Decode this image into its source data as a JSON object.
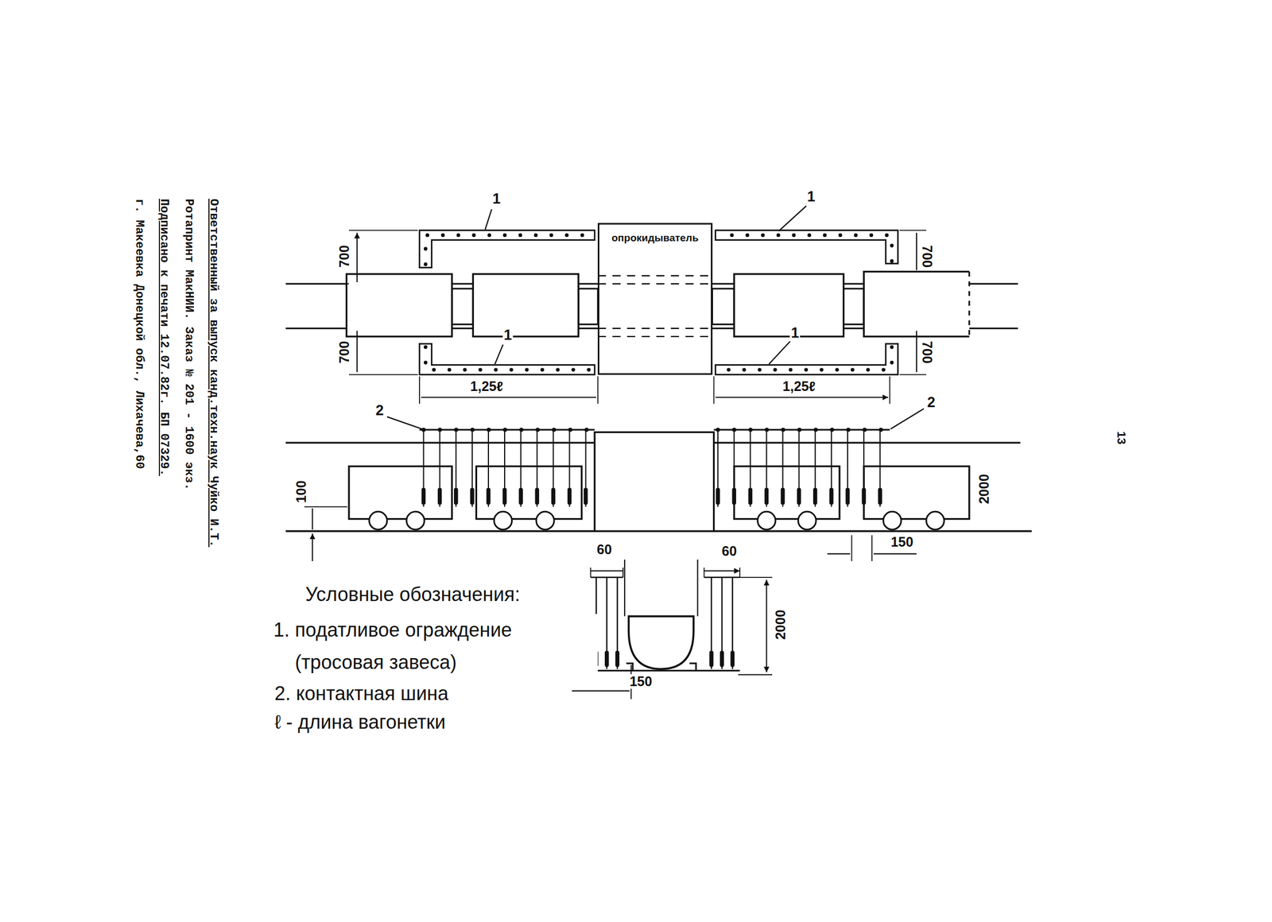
{
  "diagram": {
    "nodes": [
      {
        "text": [
          "опрокидыватель"
        ]
      }
    ],
    "labels": [
      "Ответственный за выпуск канд.техн.наук Чуйко И.Т.",
      "Ротапринт МакНИИ. Заказ № 201 - 1600 экз.",
      "Подписано к печати 12.07.82г. БП 07329.",
      "г. Макеевка Донецкой обл., Лихачева,60",
      "13",
      "1",
      "1",
      "700",
      "700",
      "700",
      "700",
      "1",
      "1",
      "1,25ℓ",
      "1,25ℓ",
      "2",
      "2",
      "100",
      "2000",
      "150",
      "60",
      "60",
      "2000",
      "150",
      "Условные обозначения:",
      "1. податливое ограждение (тросовая завеса)",
      "2. контактная шина",
      "ℓ - длина вагонетки"
    ]
  }
}
